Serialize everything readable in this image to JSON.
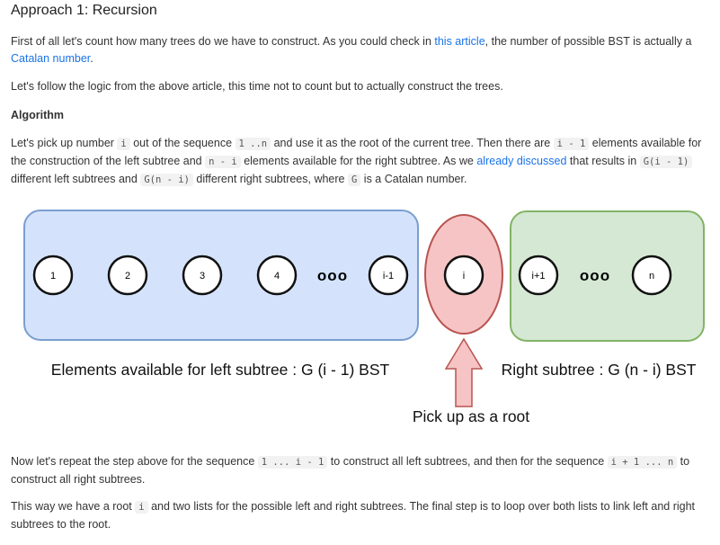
{
  "heading": "Approach 1: Recursion",
  "p1": {
    "t1": "First of all let's count how many trees do we have to construct. As you could check in ",
    "link1": "this article",
    "t2": ", the number of possible BST is actually a ",
    "link2": "Catalan number",
    "t3": "."
  },
  "p2": "Let's follow the logic from the above article, this time not to count but to actually construct the trees.",
  "algorithm_heading": "Algorithm",
  "p3": {
    "t1": "Let's pick up number ",
    "c1": "i",
    "t2": " out of the sequence ",
    "c2": "1 ..n",
    "t3": " and use it as the root of the current tree. Then there are ",
    "c3": "i - 1",
    "t4": " elements available for the construction of the left subtree and ",
    "c4": "n - i",
    "t5": " elements available for the right subtree. As we ",
    "link": "already discussed",
    "t6": " that results in ",
    "c5": "G(i - 1)",
    "t7": " different left subtrees and ",
    "c6": "G(n - i)",
    "t8": " different right subtrees, where ",
    "c7": "G",
    "t9": " is a Catalan number."
  },
  "figure": {
    "left_nodes": [
      "1",
      "2",
      "3",
      "4",
      "i-1"
    ],
    "root_node": "i",
    "right_nodes": [
      "i+1",
      "n"
    ],
    "ellipsis_glyph": "ooo",
    "left_caption": "Elements available for left subtree : G (i - 1) BST",
    "right_caption": "Right subtree : G (n - i) BST",
    "root_caption": "Pick up as a root",
    "colors": {
      "left_box_fill": "#d4e3fb",
      "left_box_stroke": "#7a9ed0",
      "root_fill": "#f6c4c4",
      "root_stroke": "#b85450",
      "right_box_fill": "#d5e8d4",
      "right_box_stroke": "#82b366",
      "arrow_fill": "#f6c4c4",
      "arrow_stroke": "#b85450"
    }
  },
  "p4": {
    "t1": "Now let's repeat the step above for the sequence ",
    "c1": "1 ... i - 1",
    "t2": " to construct all left subtrees, and then for the sequence ",
    "c2": "i + 1 ... n",
    "t3": " to construct all right subtrees."
  },
  "p5": {
    "t1": "This way we have a root ",
    "c1": "i",
    "t2": " and two lists for the possible left and right subtrees. The final step is to loop over both lists to link left and right subtrees to the root."
  }
}
